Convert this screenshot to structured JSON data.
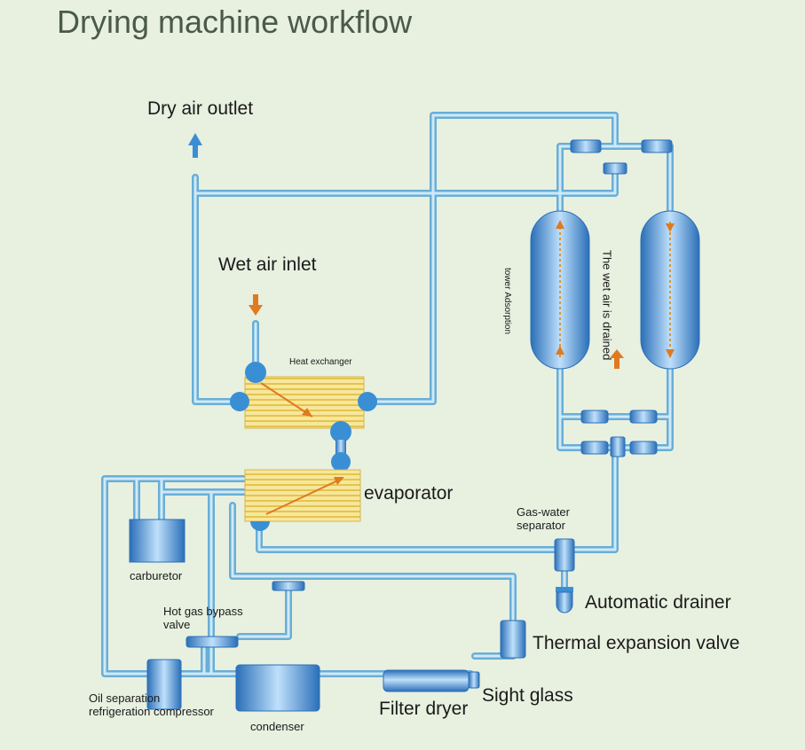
{
  "title": "Drying machine workflow",
  "labels": {
    "dry_air_outlet": "Dry air outlet",
    "wet_air_inlet": "Wet air inlet",
    "heat_exchanger": "Heat exchanger",
    "evaporator": "evaporator",
    "adsorption_tower_line1": "Adsorption",
    "adsorption_tower_line2": "tower",
    "wet_air_drained_line1": "The wet air is",
    "wet_air_drained_line2": "drained",
    "gas_water_separator_line1": "Gas-water",
    "gas_water_separator_line2": "separator",
    "automatic_drainer": "Automatic drainer",
    "carburetor": "carburetor",
    "hot_gas_bypass_line1": "Hot gas bypass",
    "hot_gas_bypass_line2": "valve",
    "thermal_expansion_valve": "Thermal expansion valve",
    "oil_separation_line1": "Oil separation",
    "oil_separation_line2": "refrigeration compressor",
    "condenser": "condenser",
    "filter_dryer": "Filter dryer",
    "sight_glass": "Sight glass"
  },
  "colors": {
    "background": "#e8f0e0",
    "pipe": "#8ec8e8",
    "component": "#3a8fd4",
    "exchanger": "#f5e08a",
    "arrow": "#e07a20"
  }
}
